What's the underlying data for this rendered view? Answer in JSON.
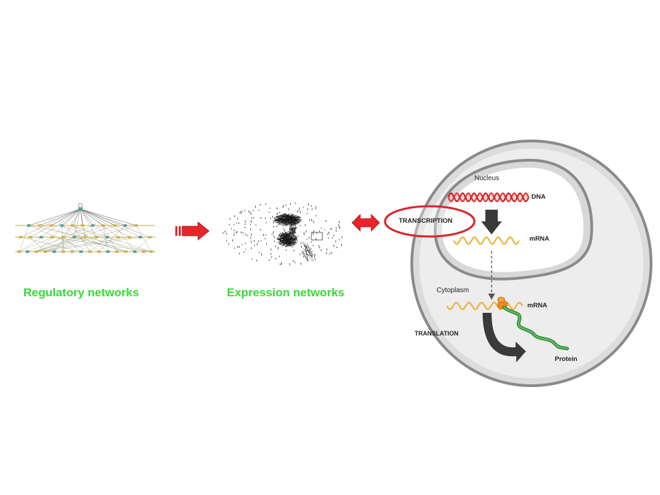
{
  "colors": {
    "label_green": "#33dd33",
    "arrow_red": "#e8262a",
    "dna_red": "#e5393b",
    "mrna_yellow": "#e8b53a",
    "protein_green": "#3a9a45",
    "cell_fill": "#ececec",
    "cell_border": "#8a8a8a",
    "ribosome_orange": "#f08a1d",
    "callout_red": "#d8262a"
  },
  "panels": {
    "regulatory_label": "Regulatory networks",
    "expression_label": "Expression networks"
  },
  "cell": {
    "nucleus_label": "Nucleus",
    "dna_label": "DNA",
    "transcription_label": "TRANSCRIPTION",
    "nuclear_mrna_label": "mRNA",
    "cytoplasm_label": "Cytoplasm",
    "cytoplasmic_mrna_label": "mRNA",
    "translation_label": "TRANSLATION",
    "protein_label": "Protein"
  }
}
